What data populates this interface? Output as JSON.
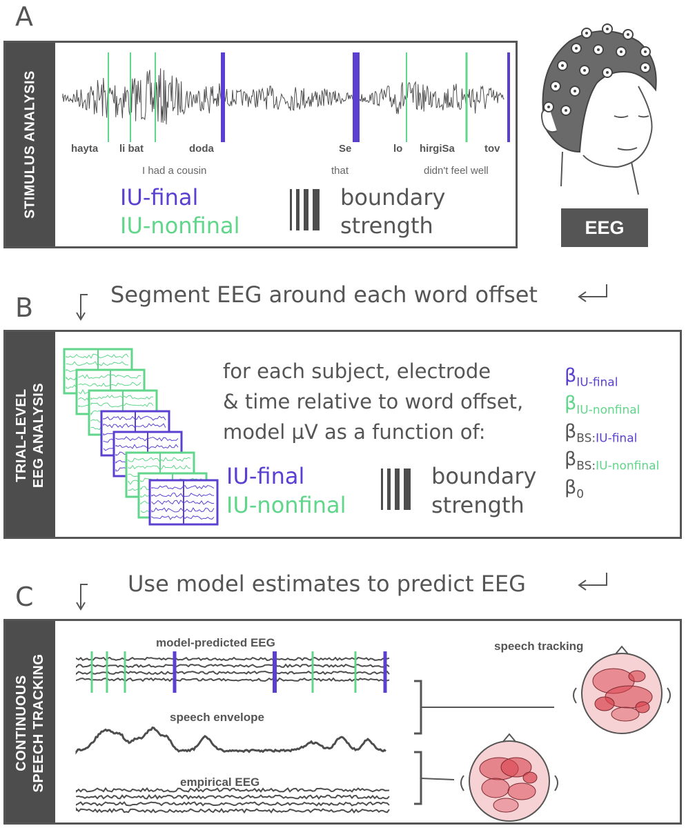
{
  "panels": {
    "a": {
      "letter": "A",
      "side_label": "STIMULUS ANALYSIS",
      "words": [
        "hayta",
        "li bat",
        "doda",
        "Se",
        "lo",
        "hirgiSa",
        "tov"
      ],
      "glosses": [
        "I had a cousin",
        "that",
        "didn't feel well"
      ],
      "legend_final": "IU-final",
      "legend_nonfinal": "IU-nonfinal",
      "legend_strength_1": "boundary",
      "legend_strength_2": "strength",
      "eeg_label": "EEG"
    },
    "b": {
      "letter": "B",
      "arrow_text": "Segment EEG around each word offset",
      "side_label_1": "TRIAL-LEVEL",
      "side_label_2": "EEG ANALYSIS",
      "desc_1": "for each subject, electrode",
      "desc_2": "& time relative to word offset,",
      "desc_3": "model µV as a function of:",
      "legend_final": "IU-final",
      "legend_nonfinal": "IU-nonfinal",
      "legend_strength_1": "boundary",
      "legend_strength_2": "strength",
      "betas": [
        {
          "sym": "β",
          "prefix": "",
          "sub": "IU-final",
          "color": "#5a3fd1"
        },
        {
          "sym": "β",
          "prefix": "",
          "sub": "IU-nonfinal",
          "color": "#5fd68a"
        },
        {
          "sym": "β",
          "prefix": "BS:",
          "sub": "IU-final",
          "color": "#5a3fd1"
        },
        {
          "sym": "β",
          "prefix": "BS:",
          "sub": "IU-nonfinal",
          "color": "#5fd68a"
        },
        {
          "sym": "β",
          "prefix": "",
          "sub": "0",
          "color": "#555555"
        }
      ]
    },
    "c": {
      "letter": "C",
      "arrow_text": "Use model estimates to predict EEG",
      "side_label_1": "CONTINUOUS",
      "side_label_2": "SPEECH TRACKING",
      "predicted_label": "model-predicted EEG",
      "envelope_label": "speech envelope",
      "empirical_label": "empirical EEG",
      "tracking_label": "speech tracking"
    }
  },
  "colors": {
    "final": "#5a3fd1",
    "nonfinal": "#5fd68a",
    "dark": "#4d4d4d",
    "topo": "#d9434f"
  }
}
